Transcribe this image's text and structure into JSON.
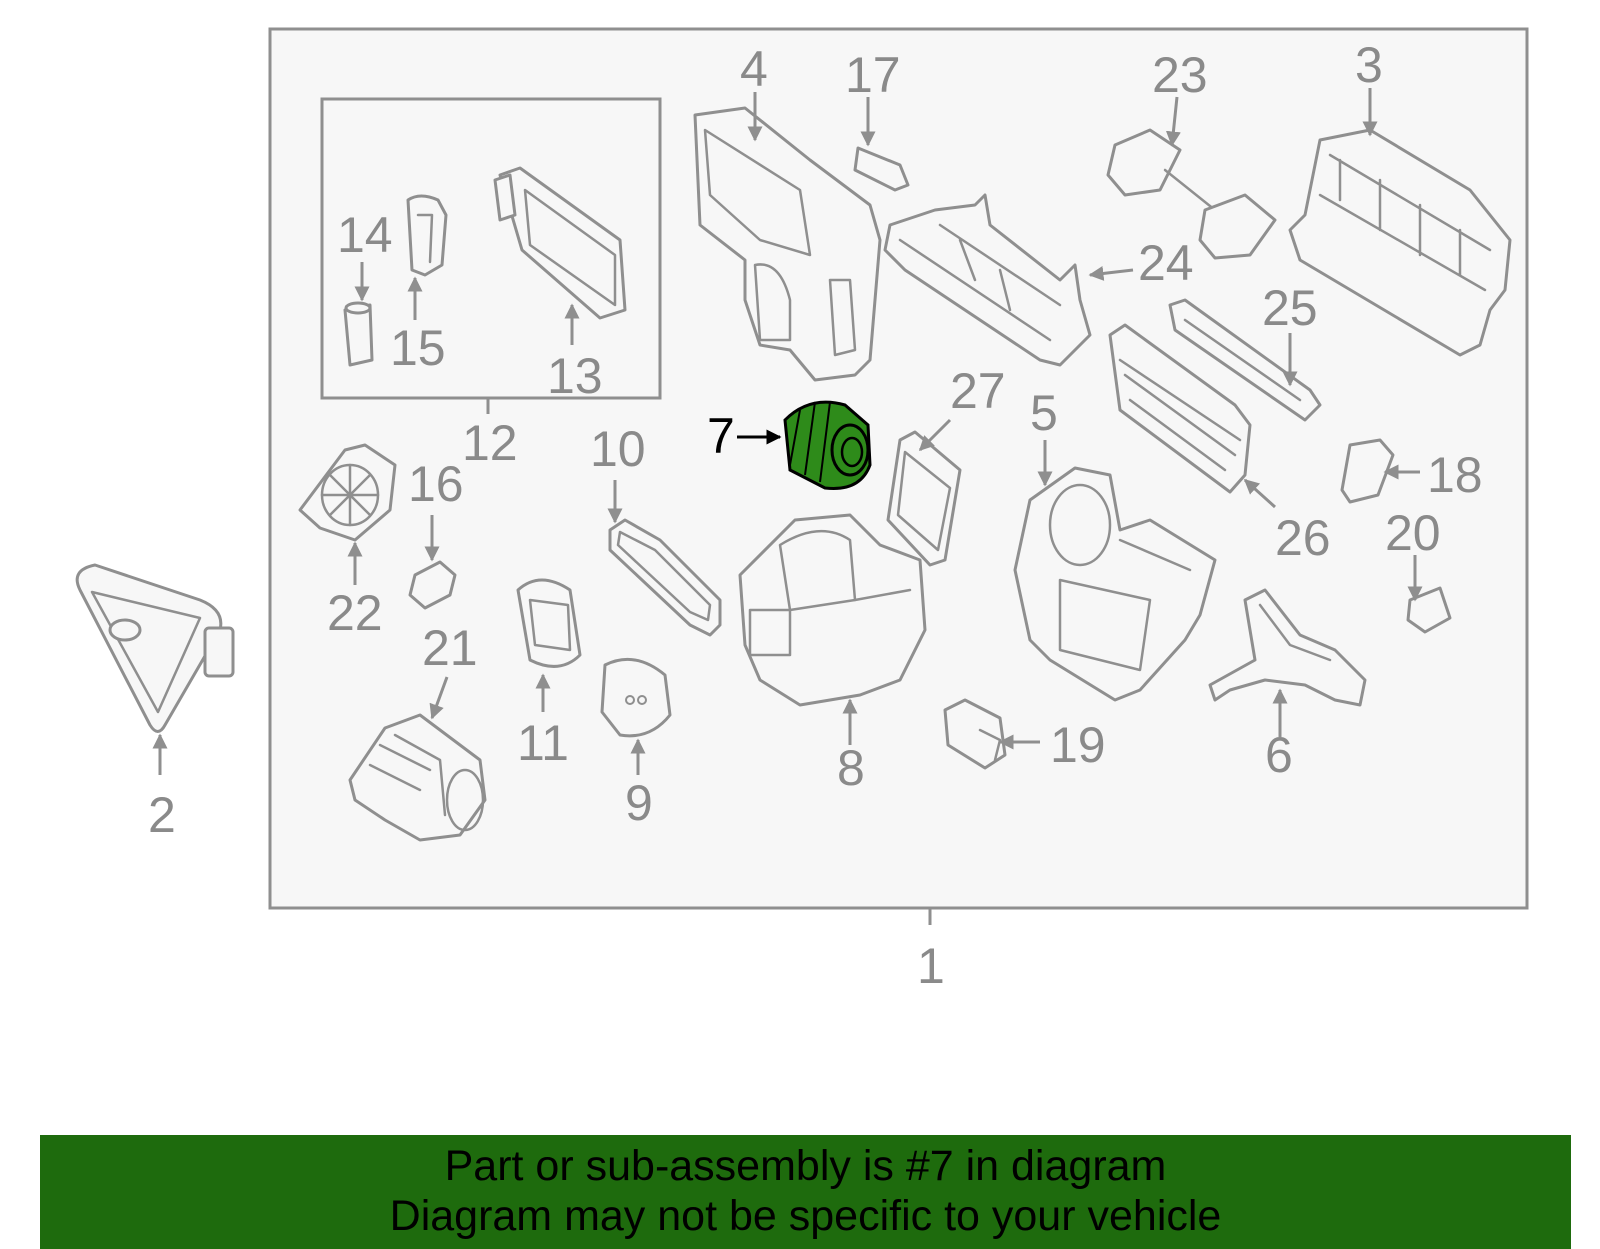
{
  "callouts": {
    "c1": "1",
    "c2": "2",
    "c3": "3",
    "c4": "4",
    "c5": "5",
    "c6": "6",
    "c7": "7",
    "c8": "8",
    "c9": "9",
    "c10": "10",
    "c11": "11",
    "c12": "12",
    "c13": "13",
    "c14": "14",
    "c15": "15",
    "c16": "16",
    "c17": "17",
    "c18": "18",
    "c19": "19",
    "c20": "20",
    "c21": "21",
    "c22": "22",
    "c23": "23",
    "c24": "24",
    "c25": "25",
    "c26": "26",
    "c27": "27"
  },
  "highlight": {
    "part": "7",
    "color": "#2e8b1a"
  },
  "banner": {
    "line1": "Part or sub-assembly is #7 in diagram",
    "line2": "Diagram may not be specific to your vehicle",
    "background": "#1e6b0d"
  }
}
